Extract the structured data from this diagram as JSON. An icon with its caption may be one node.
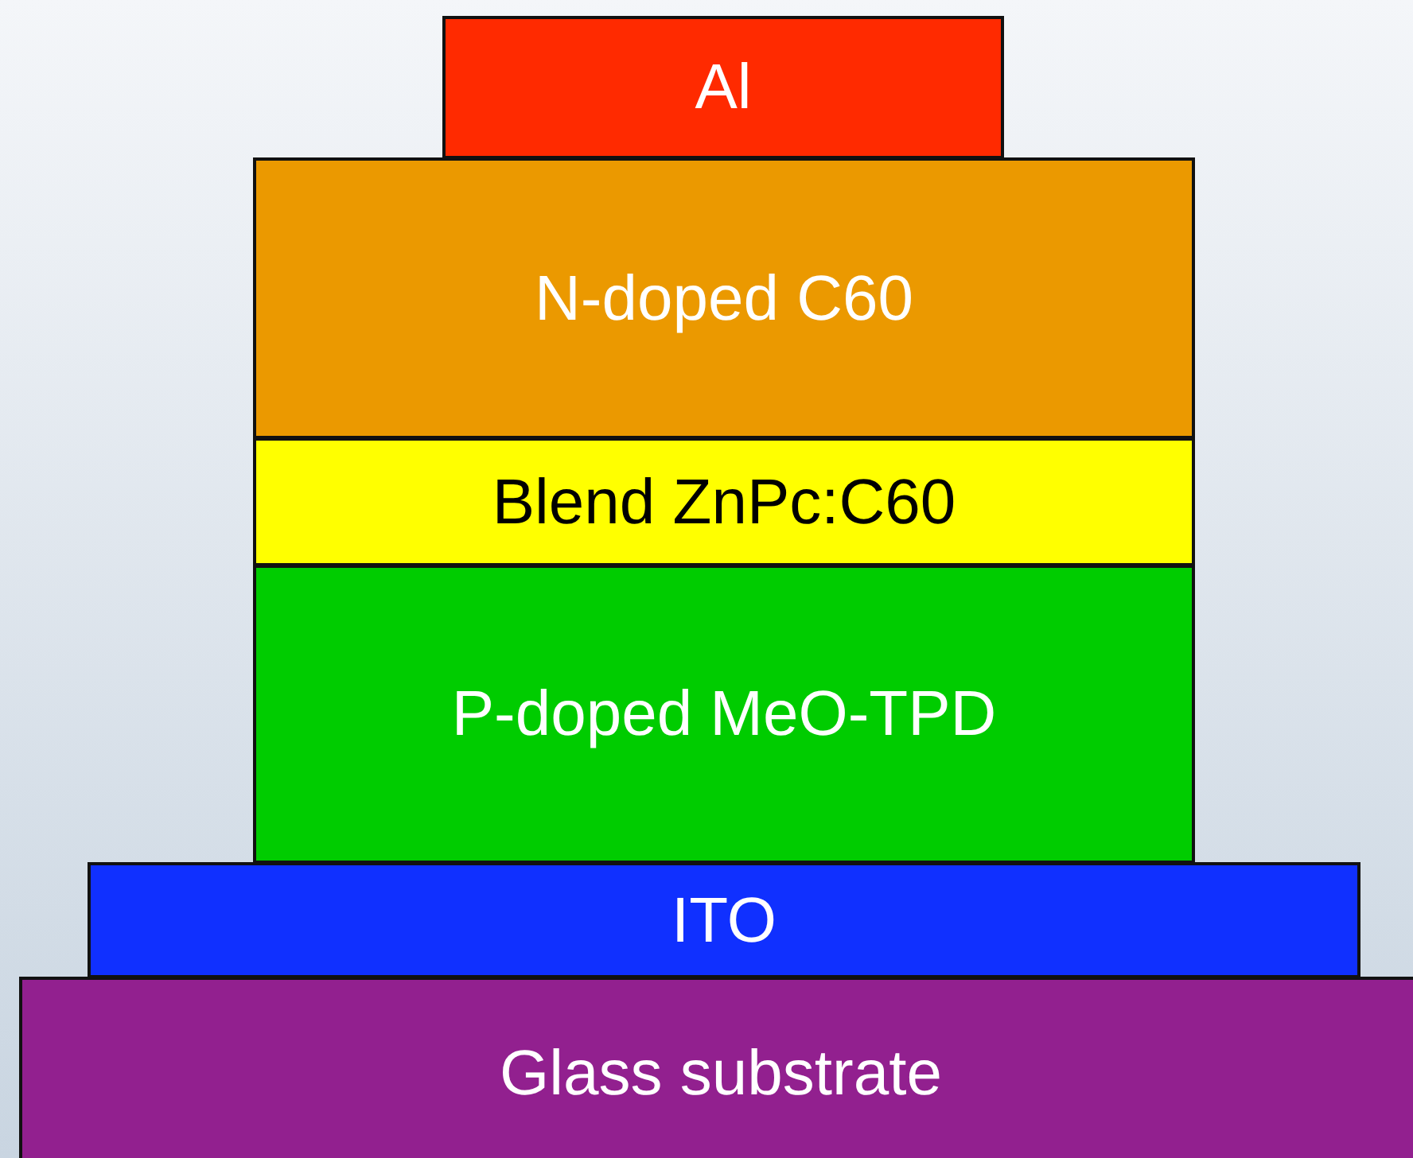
{
  "diagram": {
    "nodes": [
      {
        "text": [
          "Al"
        ]
      },
      {
        "text": [
          "N-doped C60"
        ]
      },
      {
        "text": [
          "Blend ZnPc:C60"
        ]
      },
      {
        "text": [
          "P-doped MeO-TPD"
        ]
      },
      {
        "text": [
          "ITO"
        ]
      },
      {
        "text": [
          "Glass substrate"
        ]
      }
    ]
  }
}
